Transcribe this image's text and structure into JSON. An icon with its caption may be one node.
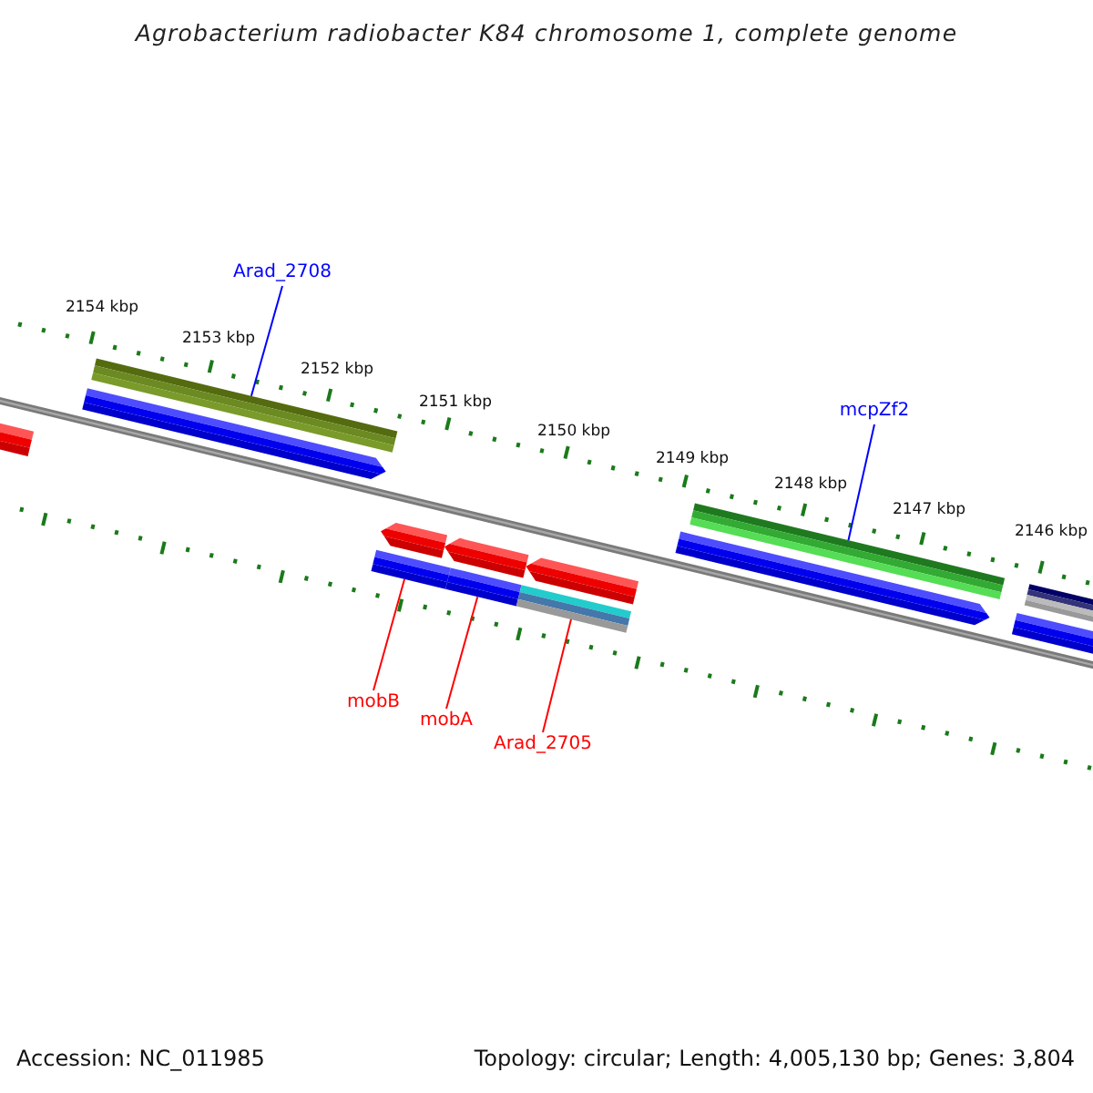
{
  "diagram": {
    "title": "Agrobacterium radiobacter K84 chromosome 1, complete genome",
    "nodes": [
      {
        "text": [
          "Arad_2708"
        ]
      },
      {
        "text": [],
        "shape": "bar"
      },
      {
        "text": [
          "mcpZf2"
        ]
      },
      {
        "text": [],
        "shape": "bar"
      },
      {
        "text": [],
        "shape": "bar"
      },
      {
        "text": [],
        "shape": "bar"
      },
      {
        "text": [],
        "shape": "bar"
      },
      {
        "text": [
          "mobB"
        ]
      },
      {
        "text": [
          "mobA"
        ]
      },
      {
        "text": [
          "Arad_2705"
        ]
      }
    ],
    "edges": [
      {
        "from": 0,
        "to": 1,
        "arrow": "none",
        "color": "#0000ff"
      },
      {
        "from": 2,
        "to": 3,
        "arrow": "none",
        "color": "#0000ff"
      },
      {
        "from": 7,
        "to": 4,
        "arrow": "none"
      },
      {
        "from": 8,
        "to": 5,
        "arrow": "none"
      },
      {
        "from": 9,
        "to": 6,
        "arrow": "none"
      }
    ],
    "labels": [
      "2154 kbp",
      "2153 kbp",
      "2152 kbp",
      "2151 kbp",
      "2150 kbp",
      "2149 kbp",
      "2148 kbp",
      "2147 kbp",
      "2146 kbp",
      "Accession: NC_011985",
      "Topology: circular; Length: 4,005,130 bp; Genes: 3,804"
    ]
  }
}
